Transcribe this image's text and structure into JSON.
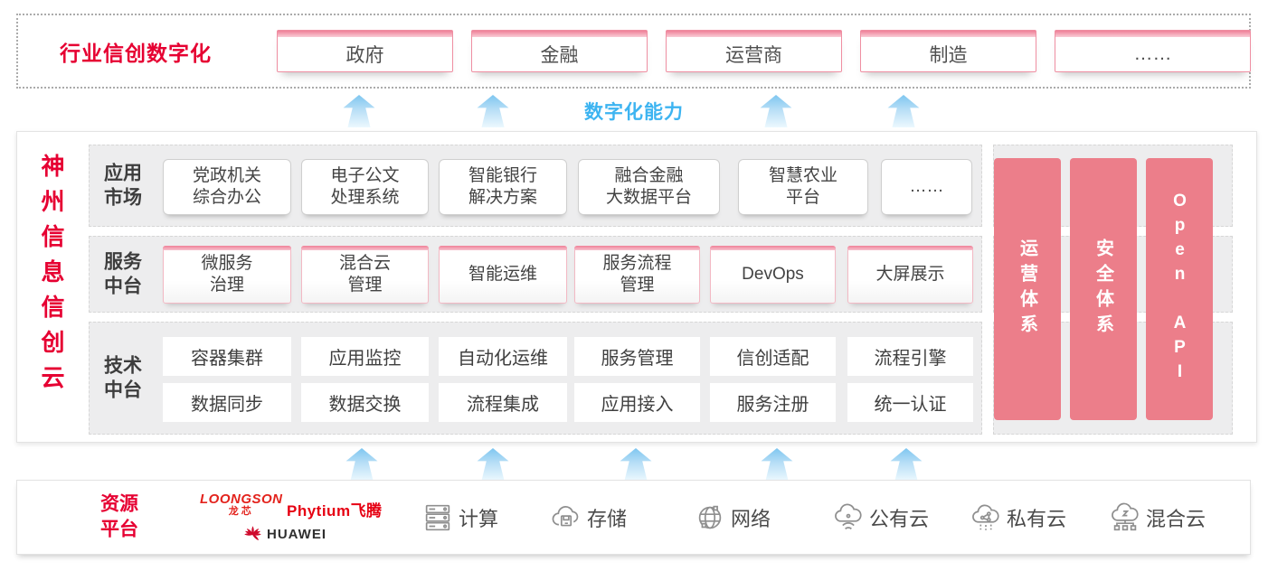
{
  "colors": {
    "brand_red": "#e60032",
    "pillar_pink": "#ec7e8a",
    "capability_blue": "#3db4f1"
  },
  "top_band": {
    "title": "行业信创数字化",
    "industries": [
      "政府",
      "金融",
      "运营商",
      "制造",
      "……"
    ]
  },
  "capability_label": "数字化能力",
  "platform": {
    "vertical_title": "神州信息信创云",
    "rows": [
      {
        "label": "应用\n市场",
        "items": [
          "党政机关\n综合办公",
          "电子公文\n处理系统",
          "智能银行\n解决方案",
          "融合金融\n大数据平台",
          "智慧农业\n平台",
          "……"
        ]
      },
      {
        "label": "服务\n中台",
        "items": [
          "微服务\n治理",
          "混合云\n管理",
          "智能运维",
          "服务流程\n管理",
          "DevOps",
          "大屏展示"
        ]
      },
      {
        "label": "技术\n中台",
        "items_row1": [
          "容器集群",
          "应用监控",
          "自动化运维",
          "服务管理",
          "信创适配",
          "流程引擎"
        ],
        "items_row2": [
          "数据同步",
          "数据交换",
          "流程集成",
          "应用接入",
          "服务注册",
          "统一认证"
        ]
      }
    ],
    "pillars": [
      "运营体系",
      "安全体系",
      "Open API"
    ]
  },
  "resources": {
    "label": "资源\n平台",
    "vendors": {
      "loongson": "LOONGSON",
      "loongson_cn": "龙芯",
      "phytium": "Phytium",
      "phytium_cn": "飞腾",
      "huawei": "HUAWEI"
    },
    "items": [
      {
        "icon": "compute-icon",
        "label": "计算"
      },
      {
        "icon": "storage-icon",
        "label": "存储"
      },
      {
        "icon": "network-icon",
        "label": "网络"
      },
      {
        "icon": "public-cloud-icon",
        "label": "公有云"
      },
      {
        "icon": "private-cloud-icon",
        "label": "私有云"
      },
      {
        "icon": "hybrid-cloud-icon",
        "label": "混合云"
      }
    ]
  }
}
